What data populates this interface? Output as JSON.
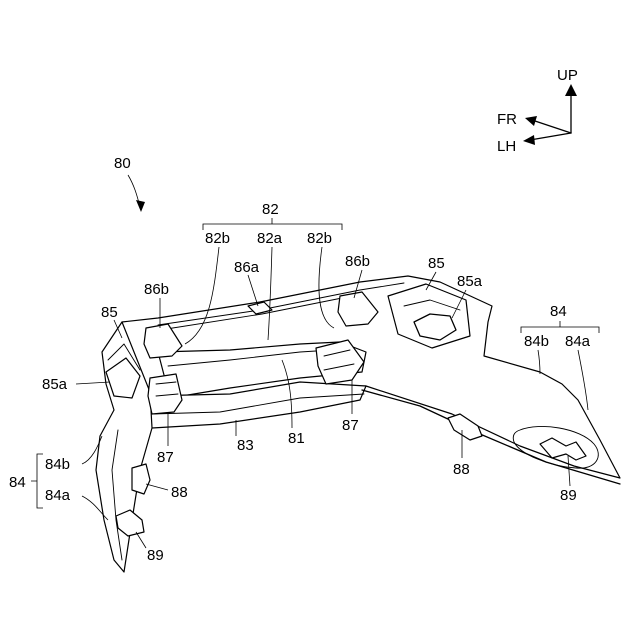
{
  "labels": {
    "assembly": "80",
    "group82": "82",
    "l82b_left": "82b",
    "l82a": "82a",
    "l82b_right": "82b",
    "l86a": "86a",
    "l86b_left": "86b",
    "l86b_right": "86b",
    "l85_left": "85",
    "l85_right": "85",
    "l85a_right": "85a",
    "l85a_left": "85a",
    "group84_right": "84",
    "l84b_right": "84b",
    "l84a_right": "84a",
    "l87_left": "87",
    "l87_right": "87",
    "l83": "83",
    "l81": "81",
    "l88_right": "88",
    "l89_right": "89",
    "group84_left": "84",
    "l84b_left": "84b",
    "l84a_left": "84a",
    "l88_left": "88",
    "l89_left": "89"
  },
  "axes": {
    "up": "UP",
    "fr": "FR",
    "lh": "LH"
  }
}
